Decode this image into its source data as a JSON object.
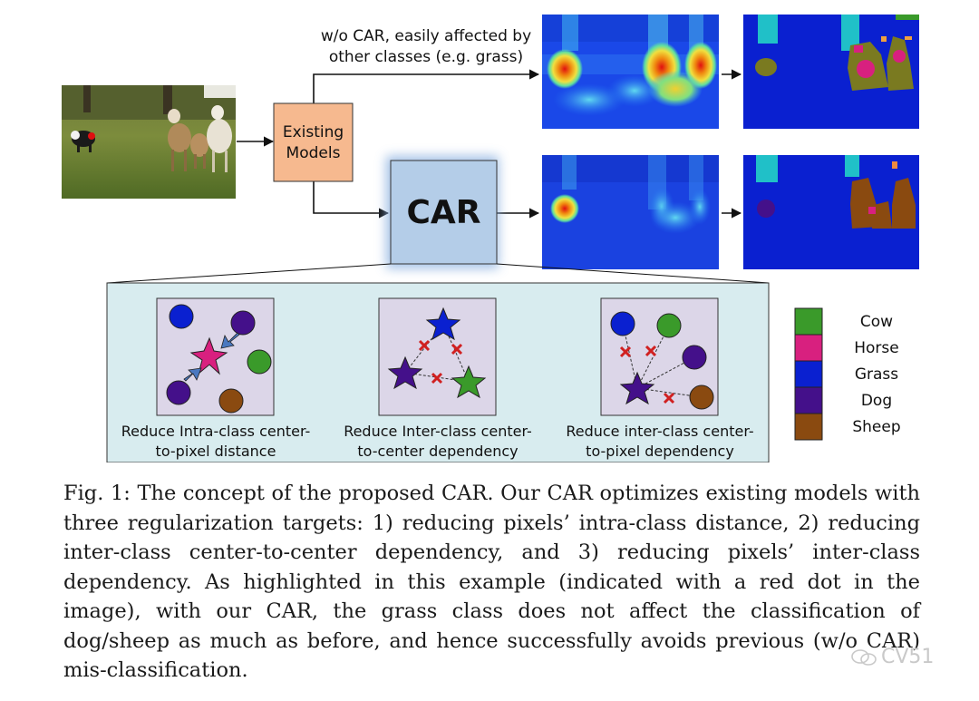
{
  "diagram": {
    "existing_models_label_line1": "Existing",
    "existing_models_label_line2": "Models",
    "car_label": "CAR",
    "wo_car_note_line1": "w/o CAR, easily affected by",
    "wo_car_note_line2": "other classes (e.g. grass)",
    "panels": [
      {
        "caption_line1": "Reduce Intra-class center-",
        "caption_line2": "to-pixel distance"
      },
      {
        "caption_line1": "Reduce Inter-class center-",
        "caption_line2": "to-center dependency"
      },
      {
        "caption_line1": "Reduce inter-class center-",
        "caption_line2": "to-pixel dependency"
      }
    ],
    "legend": [
      {
        "label": "Cow",
        "color": "#3a9a2a"
      },
      {
        "label": "Horse",
        "color": "#d8207f"
      },
      {
        "label": "Grass",
        "color": "#0a20d0"
      },
      {
        "label": "Dog",
        "color": "#44108a"
      },
      {
        "label": "Sheep",
        "color": "#8a4a10"
      }
    ],
    "colors": {
      "existing_box": "#f6b98f",
      "car_box": "#b4cde8",
      "panel_bg": "#d8ecef",
      "inner_box": "#dcd6e8",
      "seg_background": "#0a20d0",
      "seg_cow": "#3a9a2a",
      "seg_horse": "#d8207f",
      "seg_sheep": "#8a4a10",
      "seg_dog": "#44108a",
      "seg_sky": "#20c0c8"
    }
  },
  "caption": {
    "label": "Fig. 1:",
    "text": "The concept of the proposed CAR. Our CAR optimizes existing models with three regularization targets: 1) reducing pixels’ intra-class distance, 2) reducing inter-class center-to-center dependency, and 3) reducing pixels’ inter-class dependency. As highlighted in this example (indicated with a red dot in the image), with our CAR, the grass class does not affect the classification of dog/sheep as much as before, and hence successfully avoids previous (w/o CAR) mis-classification."
  },
  "watermark": "CV51"
}
